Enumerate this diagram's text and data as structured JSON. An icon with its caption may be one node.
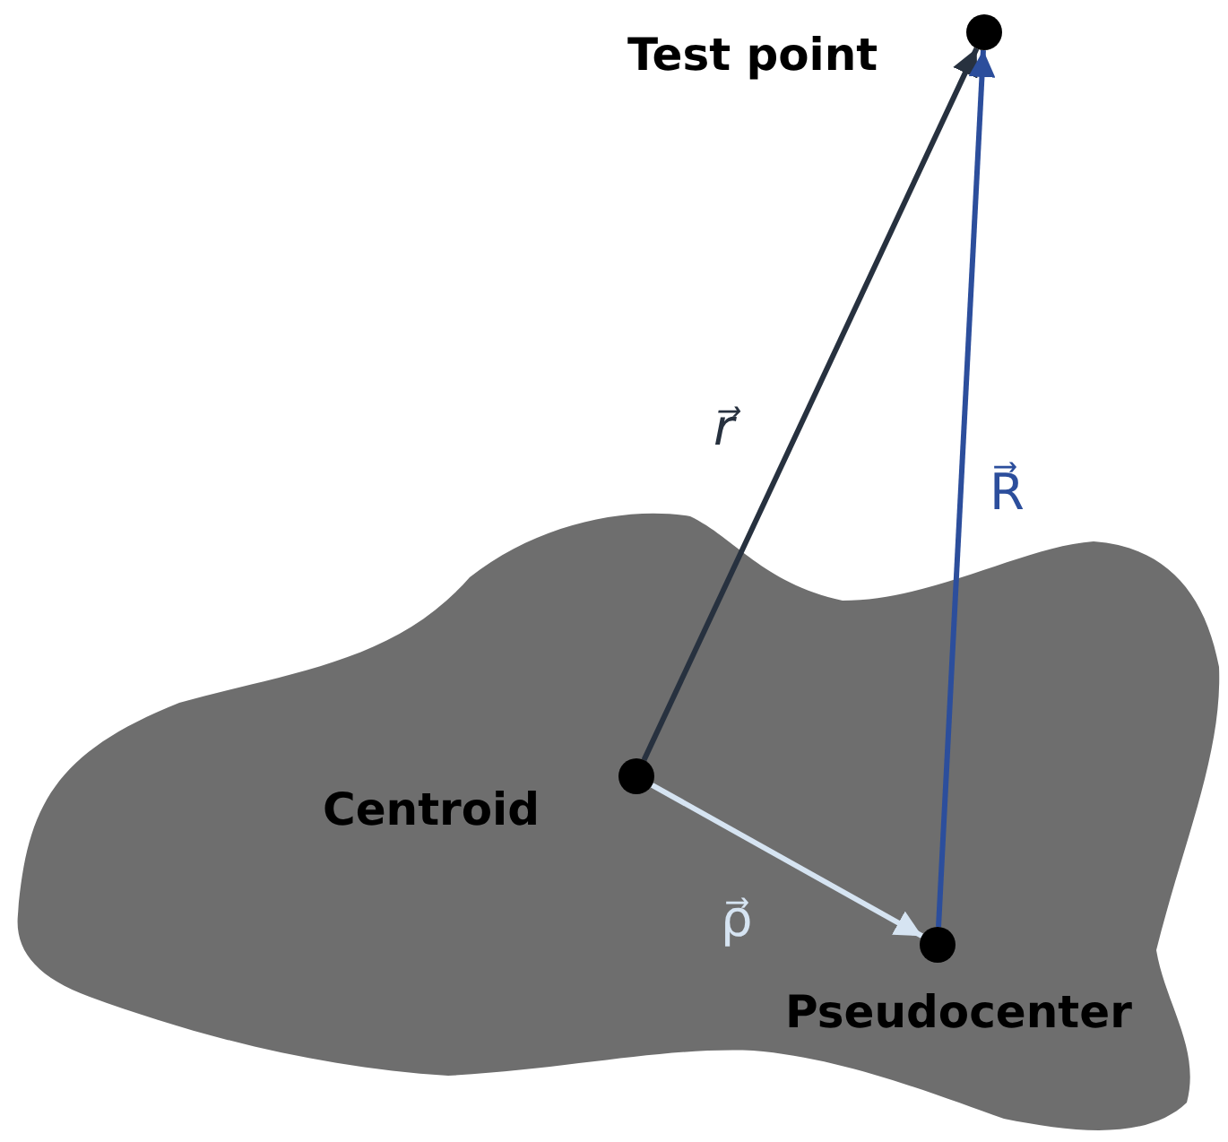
{
  "diagram": {
    "nodes": [
      {
        "text": [
          "Test point"
        ]
      },
      {
        "text": [
          "Centroid"
        ]
      },
      {
        "text": [
          "Pseudocenter"
        ]
      }
    ],
    "edges": [
      {
        "from": 1,
        "to": 0,
        "arrow": "to",
        "label": "r⃗",
        "color": "#27313f"
      },
      {
        "from": 2,
        "to": 0,
        "arrow": "to",
        "label": "R⃗",
        "color": "#2c4e9c"
      },
      {
        "from": 1,
        "to": 2,
        "arrow": "to",
        "label": "ρ⃗",
        "color": "#d6e4f2"
      }
    ]
  }
}
